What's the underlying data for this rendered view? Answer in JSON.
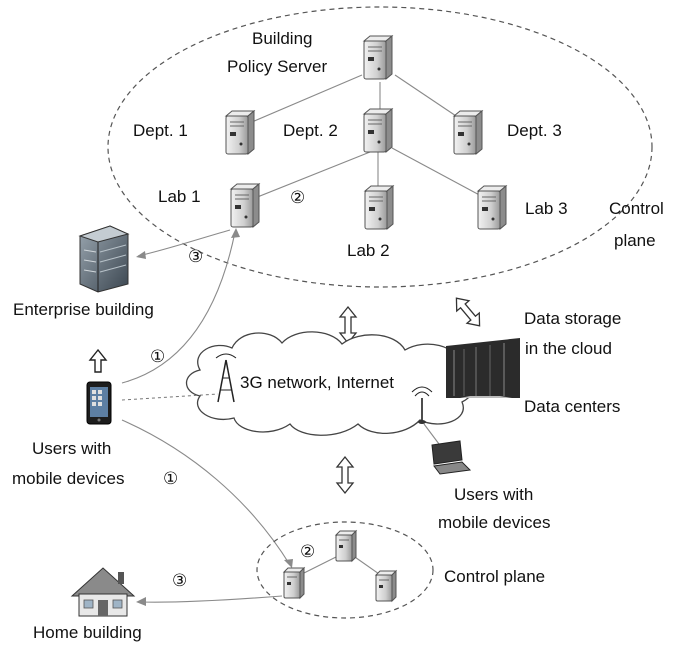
{
  "labels": {
    "building_policy_server_1": "Building",
    "building_policy_server_2": "Policy Server",
    "dept1": "Dept. 1",
    "dept2": "Dept. 2",
    "dept3": "Dept. 3",
    "lab1": "Lab 1",
    "lab2": "Lab 2",
    "lab3": "Lab  3",
    "control_plane_1": "Control",
    "control_plane_2": "plane",
    "enterprise_building": "Enterprise building",
    "data_storage_1": "Data storage",
    "data_storage_2": "in the cloud",
    "network": "3G network, Internet",
    "data_centers": "Data centers",
    "users_left_1": "Users with",
    "users_left_2": "mobile devices",
    "users_right_1": "Users with",
    "users_right_2": "mobile devices",
    "control_plane_home": "Control plane",
    "home_building": "Home building"
  },
  "step_markers": {
    "one": "①",
    "two": "②",
    "three": "③"
  },
  "colors": {
    "line": "#8a8a8a",
    "text": "#111111",
    "server_body": "#d9d9d9",
    "cloud_fill": "#ffffff"
  }
}
